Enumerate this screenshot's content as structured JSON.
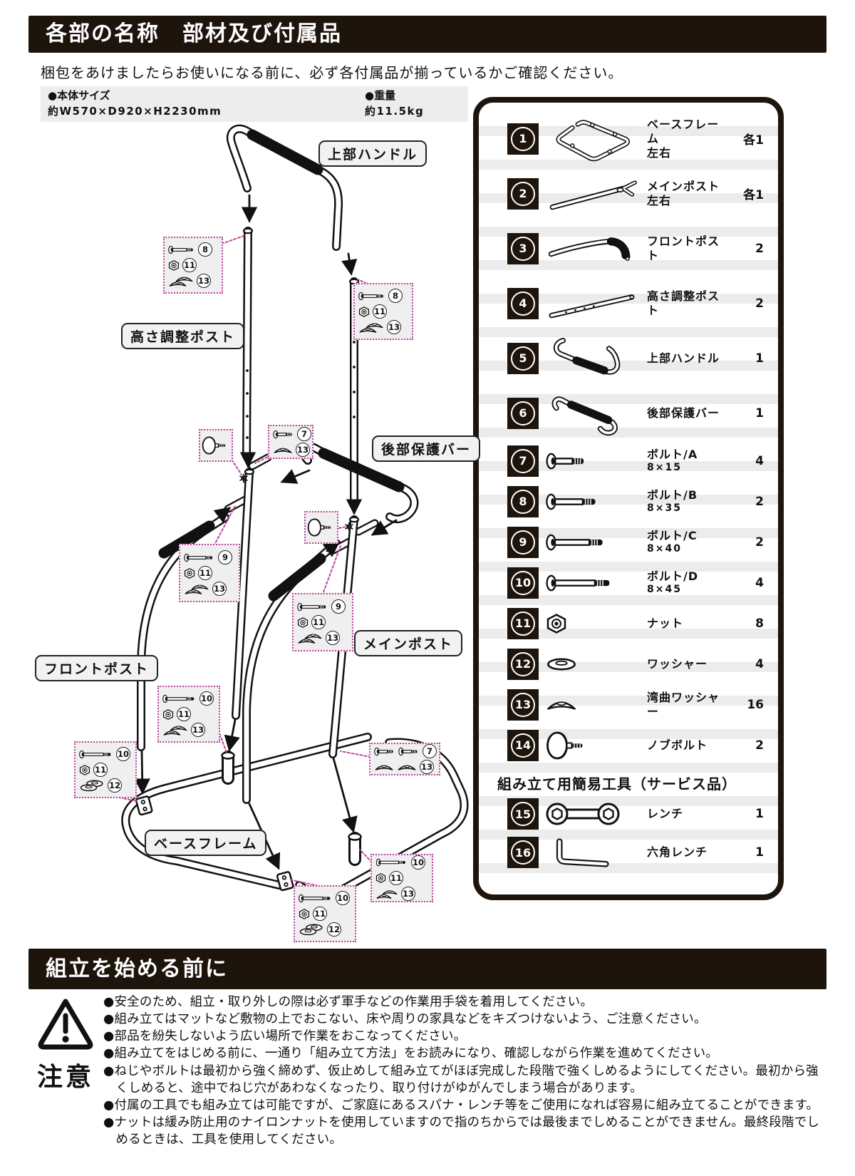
{
  "page": {
    "section1_title": "各部の名称　部材及び付属品",
    "intro": "梱包をあけましたらお使いになる前に、必ず各付属品が揃っているかご確認ください。",
    "specs": {
      "size_label": "●本体サイズ",
      "size_value": "約W570×D920×H2230mm",
      "weight_label": "●重量",
      "weight_value": "約11.5kg"
    },
    "section2_title": "組立を始める前に",
    "colors": {
      "header_bg": "#1d140c",
      "callout_accent": "#c0459b",
      "stripe": "#ececec"
    }
  },
  "parts": {
    "tools_header": "組み立て用簡易工具（サービス品）",
    "items": [
      {
        "num": "1",
        "name": "ベースフレーム",
        "name2": "左右",
        "qty": "各1"
      },
      {
        "num": "2",
        "name": "メインポスト",
        "name2": "左右",
        "qty": "各1"
      },
      {
        "num": "3",
        "name": "フロントポスト",
        "qty": "2"
      },
      {
        "num": "4",
        "name": "高さ調整ポスト",
        "qty": "2"
      },
      {
        "num": "5",
        "name": "上部ハンドル",
        "qty": "1"
      },
      {
        "num": "6",
        "name": "後部保護バー",
        "qty": "1"
      },
      {
        "num": "7",
        "name": "ボルト/A",
        "size": "8×15",
        "qty": "4"
      },
      {
        "num": "8",
        "name": "ボルト/B",
        "size": "8×35",
        "qty": "2"
      },
      {
        "num": "9",
        "name": "ボルト/C",
        "size": "8×40",
        "qty": "2"
      },
      {
        "num": "10",
        "name": "ボルト/D",
        "size": "8×45",
        "qty": "4"
      },
      {
        "num": "11",
        "name": "ナット",
        "qty": "8"
      },
      {
        "num": "12",
        "name": "ワッシャー",
        "qty": "4"
      },
      {
        "num": "13",
        "name": "湾曲ワッシャー",
        "qty": "16"
      },
      {
        "num": "14",
        "name": "ノブボルト",
        "qty": "2"
      },
      {
        "num": "15",
        "name": "レンチ",
        "qty": "1"
      },
      {
        "num": "16",
        "name": "六角レンチ",
        "qty": "1"
      }
    ]
  },
  "diagram": {
    "labels": {
      "upper_handle": "上部ハンドル",
      "height_post": "高さ調整ポスト",
      "rear_bar": "後部保護バー",
      "main_post": "メインポスト",
      "front_post": "フロントポスト",
      "base_frame": "ベースフレーム"
    },
    "callouts": [
      {
        "nums": [
          "8",
          "11",
          "13"
        ]
      },
      {
        "nums": [
          "8",
          "11",
          "13"
        ]
      },
      {
        "nums": [
          "7",
          "13"
        ]
      },
      {
        "nums": []
      },
      {
        "nums": []
      },
      {
        "nums": [
          "9",
          "11",
          "13"
        ]
      },
      {
        "nums": [
          "9",
          "11",
          "13"
        ]
      },
      {
        "nums": [
          "10",
          "11",
          "13"
        ]
      },
      {
        "nums": [
          "10",
          "11",
          "12"
        ]
      },
      {
        "nums": [
          "7",
          "13"
        ]
      },
      {
        "nums": [
          "10",
          "11",
          "13"
        ]
      },
      {
        "nums": [
          "10",
          "11",
          "12"
        ]
      }
    ]
  },
  "precautions": {
    "caution_label": "注意",
    "bullets": [
      "●安全のため、組立・取り外しの際は必ず軍手などの作業用手袋を着用してください。",
      "●組み立てはマットなど敷物の上でおこない、床や周りの家具などをキズつけないよう、ご注意ください。",
      "●部品を紛失しないよう広い場所で作業をおこなってください。",
      "●組み立てをはじめる前に、一通り「組み立て方法」をお読みになり、確認しながら作業を進めてください。",
      "●ねじやボルトは最初から強く締めず、仮止めして組み立てがほぼ完成した段階で強くしめるようにしてください。最初から強くしめると、途中でねじ穴があわなくなったり、取り付けがゆがんでしまう場合があります。",
      "●付属の工具でも組み立ては可能ですが、ご家庭にあるスパナ・レンチ等をご使用になれば容易に組み立てることができます。",
      "●ナットは緩み防止用のナイロンナットを使用していますので指のちからでは最後までしめることができません。最終段階でしめるときは、工具を使用してください。"
    ]
  }
}
